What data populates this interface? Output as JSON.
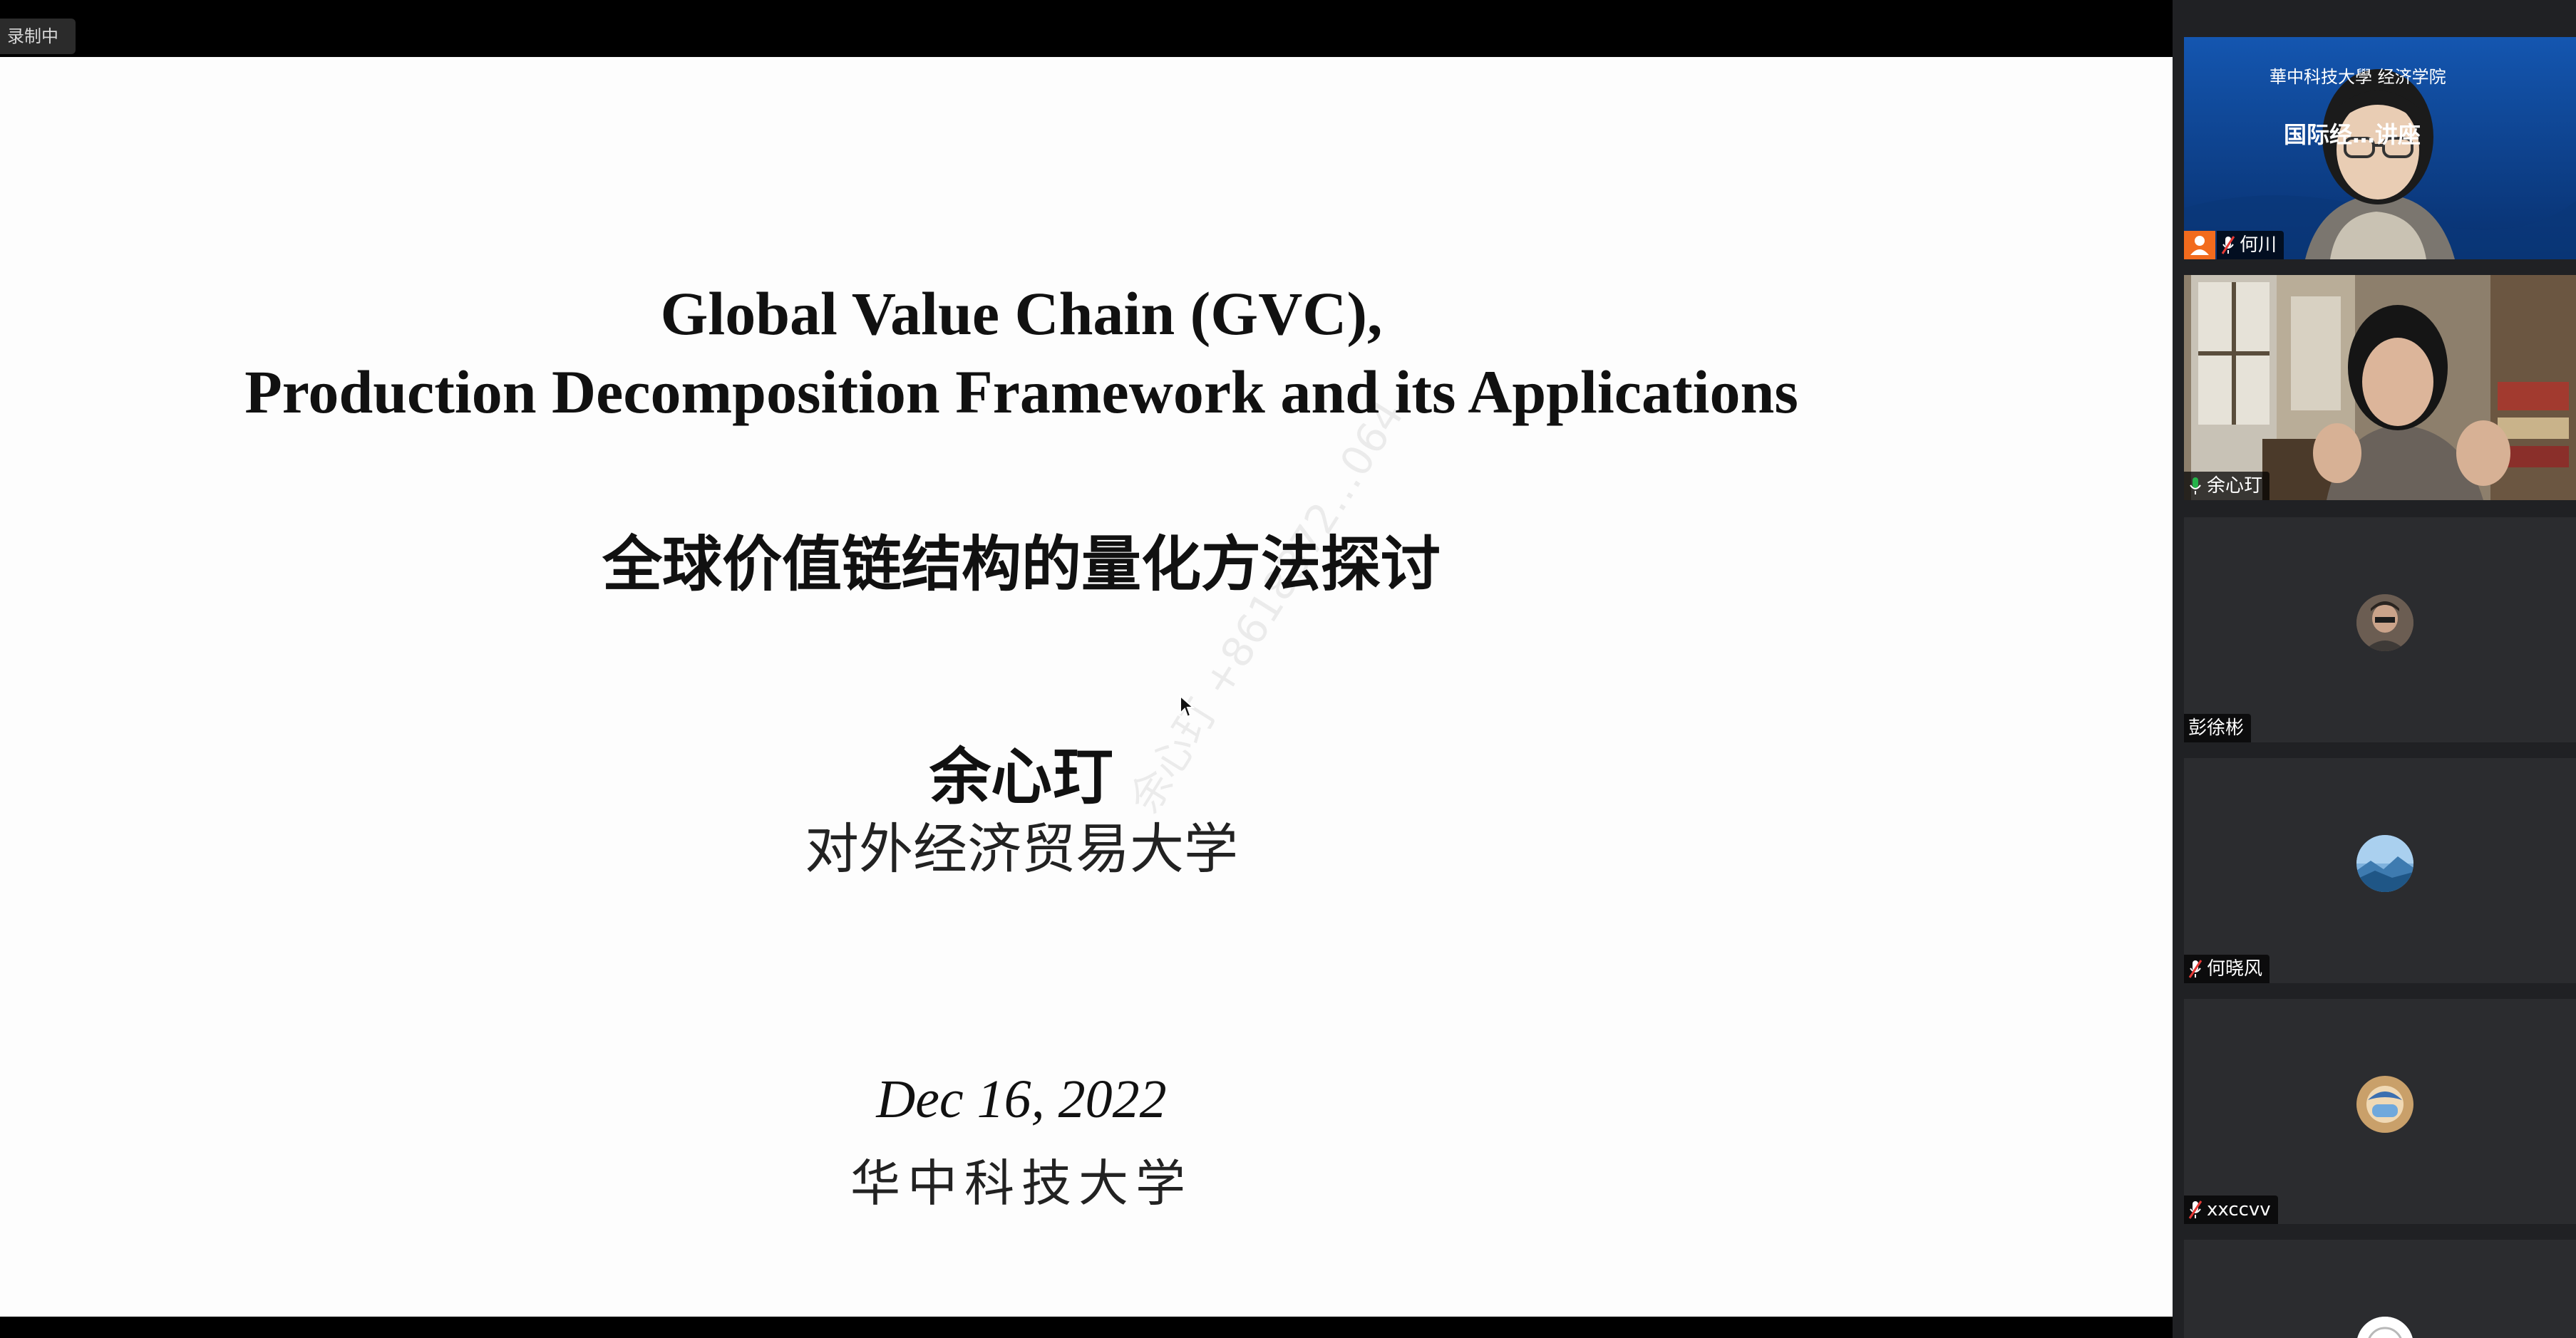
{
  "recording": {
    "label": "录制中"
  },
  "slide": {
    "title_line1": "Global Value Chain (GVC),",
    "title_line2": "Production Decomposition Framework and its Applications",
    "subtitle_cn": "全球价值链结构的量化方法探讨",
    "author": "余心玎",
    "affiliation": "对外经济贸易大学",
    "date": "Dec 16, 2022",
    "venue": "华中科技大学",
    "watermark": "余心玎 +8618372…064"
  },
  "participants": {
    "tile1": {
      "name": "何川",
      "banner_logo_text": "華中科技大學  经济学院",
      "banner_title": "国际经…讲座",
      "muted": true,
      "host": true
    },
    "tile2": {
      "name": "余心玎",
      "muted": false,
      "speaking": true
    },
    "tile3": {
      "name": "彭徐彬",
      "muted": false
    },
    "tile4": {
      "name": "何晓风",
      "muted": true
    },
    "tile5": {
      "name": "xxccvv",
      "muted": true
    },
    "tile6": {
      "name": ""
    }
  },
  "colors": {
    "speaking_border": "#25b34a",
    "host_badge": "#f26b1d",
    "muted_mic": "#e53935",
    "banner_blue": "#0b3f8f"
  }
}
